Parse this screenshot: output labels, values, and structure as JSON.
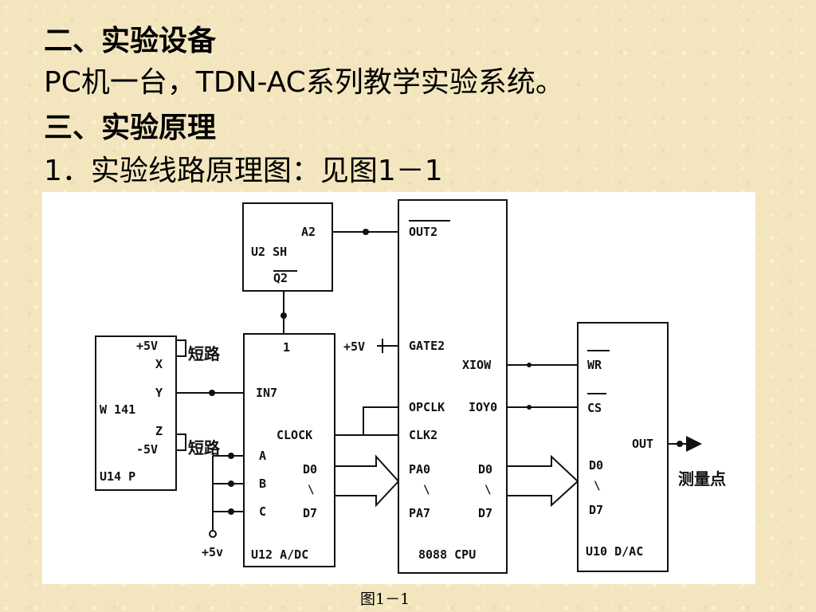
{
  "slide": {
    "lines": [
      "二、实验设备",
      "PC机一台，TDN-AC系列教学实验系统。",
      "三、实验原理",
      "1．实验线路原理图：见图1－1"
    ],
    "caption": "图1－1"
  },
  "diagram": {
    "u2": {
      "a2": "A2",
      "name": "U2 SH",
      "q2": "Q2"
    },
    "u14": {
      "v5p": "+5V",
      "x": "X",
      "y": "Y",
      "w141": "W 141",
      "z": "Z",
      "v5n": "-5V",
      "name": "U14 P",
      "short": "短路"
    },
    "u12": {
      "pin1": "1",
      "in7": "IN7",
      "clock": "CLOCK",
      "a": "A",
      "b": "B",
      "c": "C",
      "d0": "D0",
      "tilde": "\\",
      "d7": "D7",
      "name": "U12 A/DC"
    },
    "cpu": {
      "out2": "OUT2",
      "gate2": "GATE2",
      "xiow": "XIOW",
      "opclk": "OPCLK",
      "ioy0": "IOY0",
      "clk2": "CLK2",
      "pa0": "PA0",
      "pa7": "PA7",
      "d0": "D0",
      "d7": "D7",
      "tilde": "\\",
      "name": "8088 CPU"
    },
    "u10": {
      "wr": "WR",
      "cs": "CS",
      "out": "OUT",
      "d0": "D0",
      "tilde": "\\",
      "d7": "D7",
      "name": "U10 D/AC"
    },
    "supply_gate": "+5V",
    "supply_abc": "+5v",
    "measure_point": "测量点"
  }
}
